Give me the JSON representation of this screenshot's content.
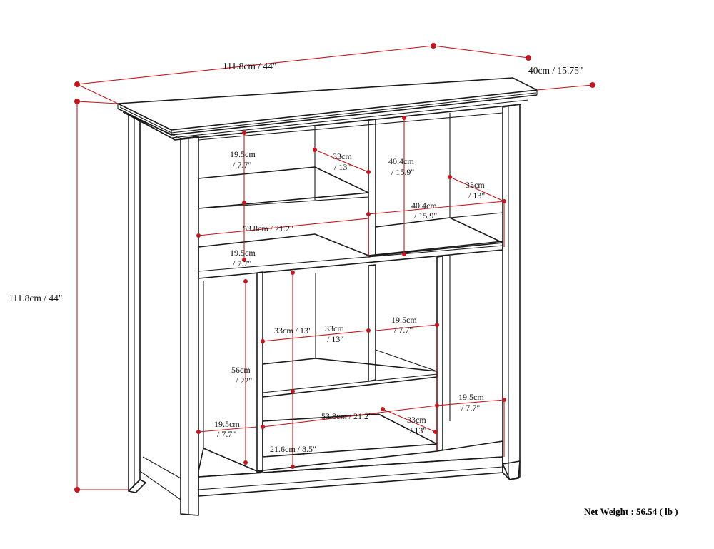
{
  "colors": {
    "dimension_line": "#c0181e",
    "outline": "#1a1a1a",
    "background": "#ffffff"
  },
  "dimensions": {
    "overall_width": "111.8cm / 44\"",
    "overall_depth": "40cm / 15.75\"",
    "overall_height": "111.8cm / 44\"",
    "upper_left_shelf_height": {
      "cm": "19.5cm",
      "in": "/ 7.7\""
    },
    "upper_left_depth": {
      "cm": "33cm",
      "in": "/ 13\""
    },
    "upper_right_height": {
      "cm": "40.4cm",
      "in": "/ 15.9\""
    },
    "upper_right_depth": {
      "cm": "33cm",
      "in": "/ 13\""
    },
    "upper_right_width": {
      "cm": "40.4cm",
      "in": "/ 15.9\""
    },
    "upper_left_width": "53.8cm / 21.2\"",
    "upper_left_lower_height": {
      "cm": "19.5cm",
      "in": "/ 7.7\""
    },
    "lower_middle_depth_left": "33cm / 13\"",
    "lower_middle_depth": {
      "cm": "33cm",
      "in": "/ 13\""
    },
    "lower_middle_right_width": {
      "cm": "19.5cm",
      "in": "/ 7.7\""
    },
    "lower_tall_height": {
      "cm": "56cm",
      "in": "/ 22\""
    },
    "lower_right_width": {
      "cm": "19.5cm",
      "in": "/ 7.7\""
    },
    "lower_left_width": {
      "cm": "19.5cm",
      "in": "/ 7.7\""
    },
    "lower_middle_width": "53.8cm / 21.2\"",
    "lower_right_depth": {
      "cm": "33cm",
      "in": "/ 13\""
    },
    "lower_bottom_height": "21.6cm / 8.5\""
  },
  "net_weight": "Net Weight : 56.54 ( lb )"
}
